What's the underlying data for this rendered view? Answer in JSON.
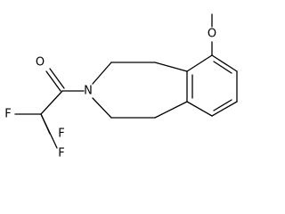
{
  "molecule": {
    "atoms": {
      "o_methoxy": "O",
      "o_carbonyl": "O",
      "n_ring": "N",
      "f_top": "F",
      "f_left": "F",
      "f_bottom": "F"
    },
    "colors": {
      "bond": "#000000",
      "label": "#000000",
      "background": "#ffffff"
    }
  }
}
